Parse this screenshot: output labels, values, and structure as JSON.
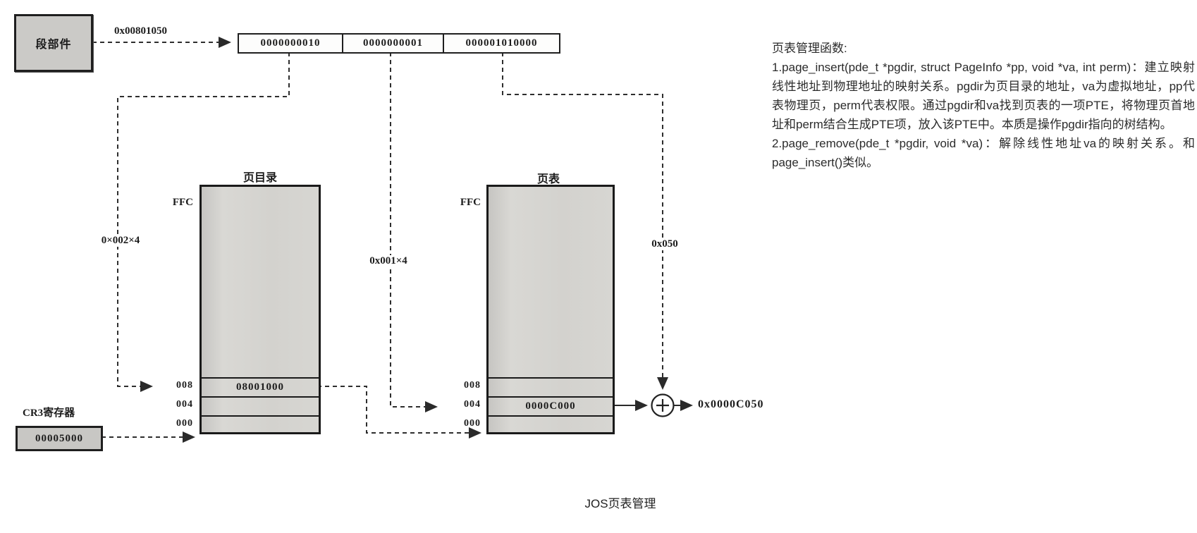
{
  "diagram": {
    "segment_unit_label": "段部件",
    "input_address": "0x00801050",
    "address_fields": [
      "0000000010",
      "0000000001",
      "000001010000"
    ],
    "line_labels": {
      "dir_multiplier": "0×002×4",
      "table_multiplier": "0x001×4",
      "page_offset": "0x050"
    },
    "page_directory": {
      "title": "页目录",
      "top_label": "FFC",
      "rows": [
        {
          "label": "008",
          "value": "08001000"
        },
        {
          "label": "004",
          "value": ""
        },
        {
          "label": "000",
          "value": ""
        }
      ]
    },
    "page_table": {
      "title": "页表",
      "top_label": "FFC",
      "rows": [
        {
          "label": "008",
          "value": ""
        },
        {
          "label": "004",
          "value": "0000C000"
        },
        {
          "label": "000",
          "value": ""
        }
      ]
    },
    "cr3": {
      "label": "CR3寄存器",
      "value": "00005000"
    },
    "adder": {
      "symbol": "+",
      "result": "0x0000C050"
    },
    "caption": "JOS页表管理"
  },
  "notes": {
    "title": "页表管理函数:",
    "items": [
      "1.page_insert(pde_t *pgdir, struct PageInfo *pp, void *va, int perm)：建立映射线性地址到物理地址的映射关系。pgdir为页目录的地址，va为虚拟地址，pp代表物理页，perm代表权限。通过pgdir和va找到页表的一项PTE，将物理页首地址和perm结合生成PTE项，放入该PTE中。本质是操作pgdir指向的树结构。",
      "2.page_remove(pde_t *pgdir, void *va)：解除线性地址va的映射关系。和page_insert()类似。"
    ]
  }
}
